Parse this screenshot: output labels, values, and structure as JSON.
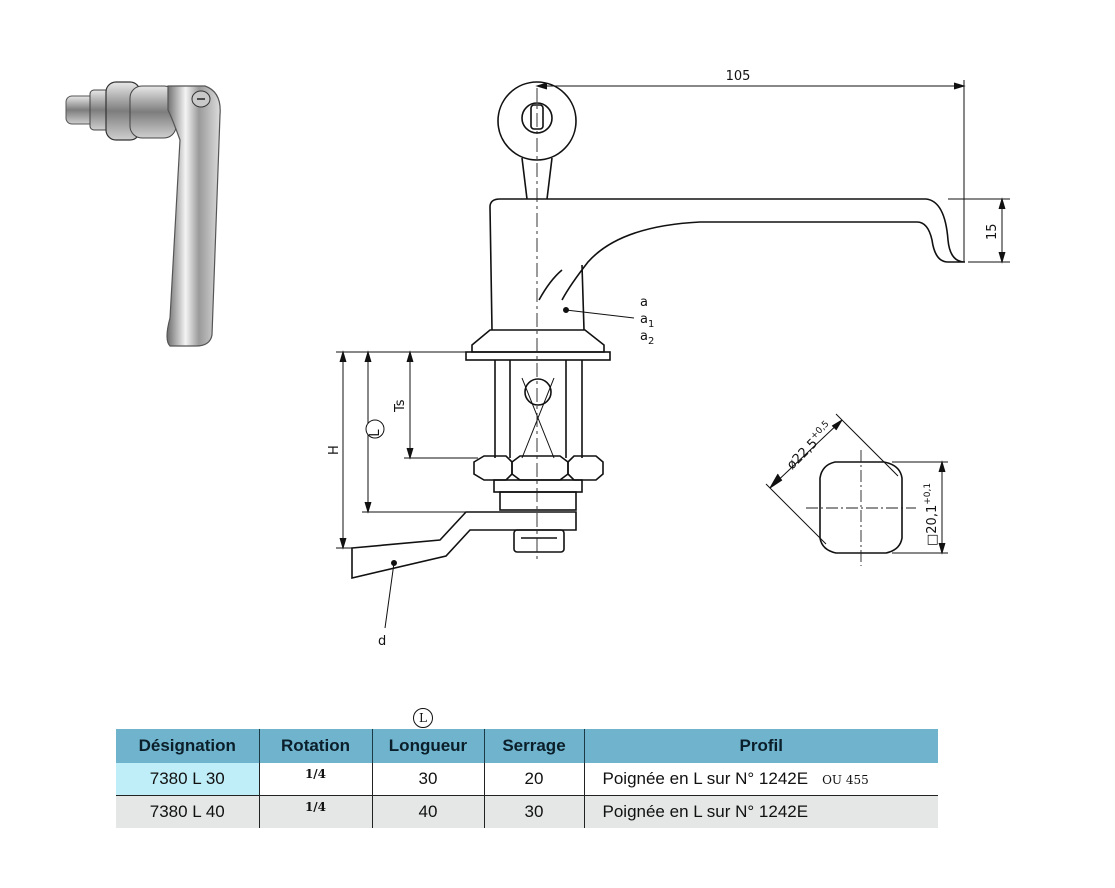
{
  "drawing": {
    "dimensions": {
      "length": "105",
      "height_right": "15",
      "overall_height": "H",
      "length_circled": "L",
      "ts": "Ts",
      "diameter": "ø22,5",
      "diameter_tol": "+0,5",
      "square": "□20,1",
      "square_tol": "+0,1"
    },
    "labels": {
      "a": "a",
      "a1": "a",
      "a1_sub": "1",
      "a2": "a",
      "a2_sub": "2",
      "d": "d"
    }
  },
  "table": {
    "header_marker": "L",
    "columns": [
      "Désignation",
      "Rotation",
      "Longueur",
      "Serrage",
      "Profil"
    ],
    "rows": [
      {
        "designation": "7380 L 30",
        "rotation": "1/4",
        "longueur": "30",
        "serrage": "20",
        "profil": "Poignée en L sur N° 1242E",
        "note": "OU  455"
      },
      {
        "designation": "7380 L 40",
        "rotation": "1/4",
        "longueur": "40",
        "serrage": "30",
        "profil": "Poignée en L sur N° 1242E",
        "note": ""
      }
    ]
  }
}
